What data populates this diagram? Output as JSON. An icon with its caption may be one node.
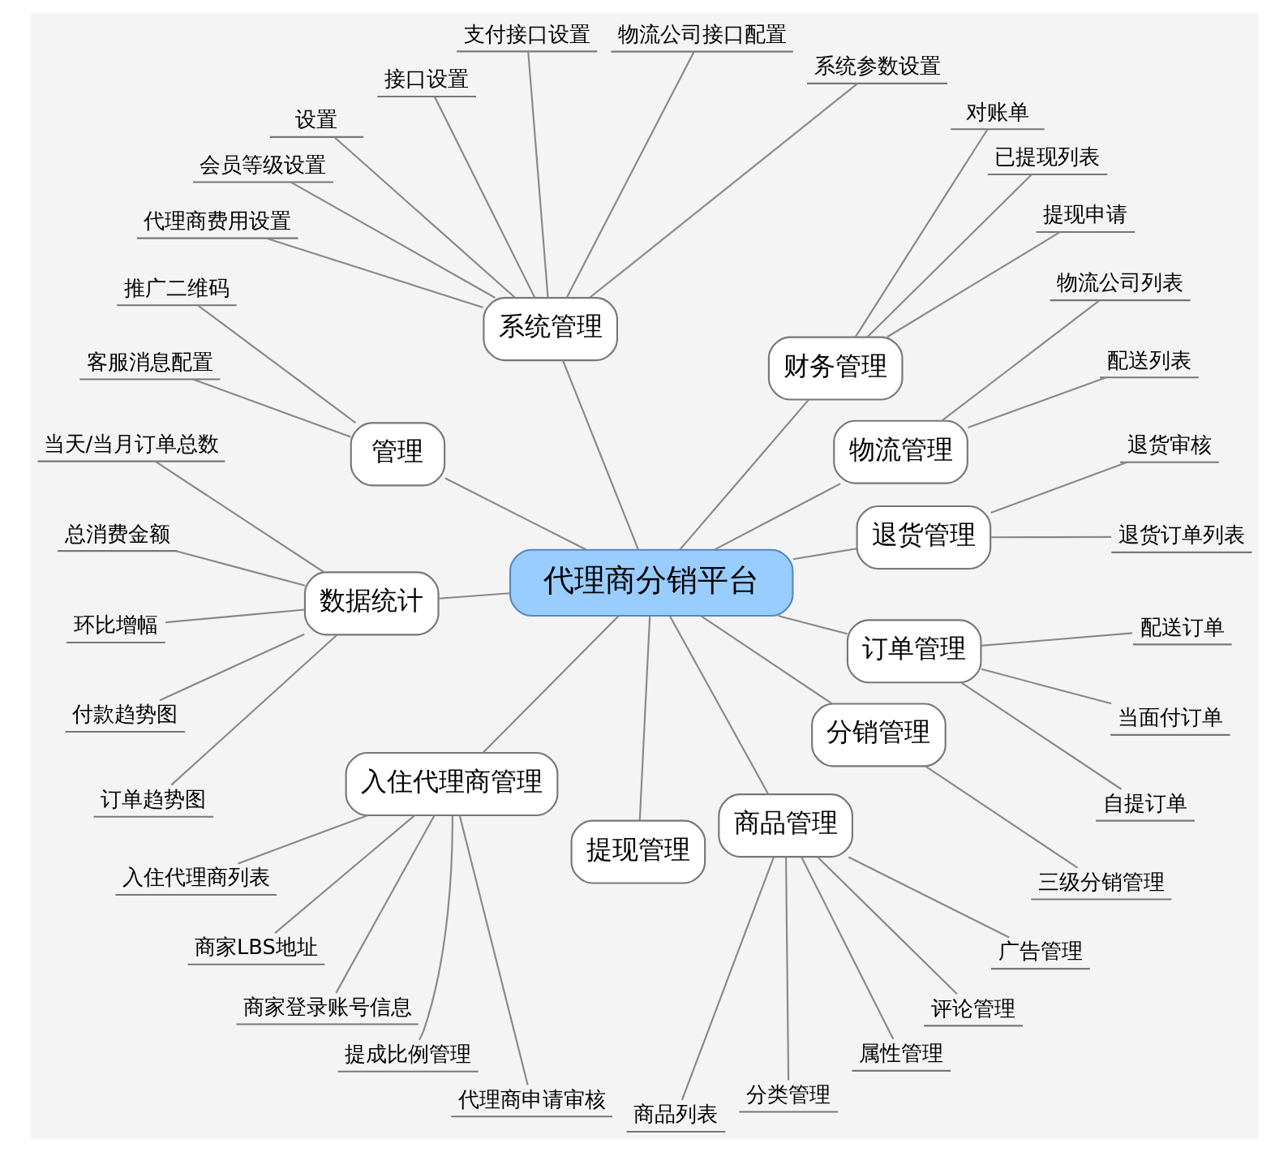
{
  "diagram": {
    "nodes": [
      {
        "text": [
          "代理商分销平台"
        ]
      },
      {
        "text": [
          "退货管理"
        ]
      },
      {
        "text": [
          "退货订单列表"
        ]
      },
      {
        "text": [
          "退货审核"
        ]
      },
      {
        "text": [
          "物流管理"
        ]
      },
      {
        "text": [
          "配送列表"
        ]
      },
      {
        "text": [
          "物流公司列表"
        ]
      },
      {
        "text": [
          "财务管理"
        ]
      },
      {
        "text": [
          "提现申请"
        ]
      },
      {
        "text": [
          "已提现列表"
        ]
      },
      {
        "text": [
          "对账单"
        ]
      },
      {
        "text": [
          "系统管理"
        ]
      },
      {
        "text": [
          "系统参数设置"
        ]
      },
      {
        "text": [
          "物流公司接口配置"
        ]
      },
      {
        "text": [
          "支付接口设置"
        ]
      },
      {
        "text": [
          "接口设置"
        ]
      },
      {
        "text": [
          "设置"
        ]
      },
      {
        "text": [
          "会员等级设置"
        ]
      },
      {
        "text": [
          "代理商费用设置"
        ]
      },
      {
        "text": [
          "管理"
        ]
      },
      {
        "text": [
          "推广二维码"
        ]
      },
      {
        "text": [
          "客服消息配置"
        ]
      },
      {
        "text": [
          "数据统计"
        ]
      },
      {
        "text": [
          "当天/当月订单总数"
        ]
      },
      {
        "text": [
          "总消费金额"
        ]
      },
      {
        "text": [
          "环比增幅"
        ]
      },
      {
        "text": [
          "付款趋势图"
        ]
      },
      {
        "text": [
          "订单趋势图"
        ]
      },
      {
        "text": [
          "入住代理商管理"
        ]
      },
      {
        "text": [
          "入住代理商列表"
        ]
      },
      {
        "text": [
          "商家LBS地址"
        ]
      },
      {
        "text": [
          "商家登录账号信息"
        ]
      },
      {
        "text": [
          "提成比例管理"
        ]
      },
      {
        "text": [
          "代理商申请审核"
        ]
      },
      {
        "text": [
          "提现管理"
        ]
      },
      {
        "text": [
          "商品管理"
        ]
      },
      {
        "text": [
          "商品列表"
        ]
      },
      {
        "text": [
          "分类管理"
        ]
      },
      {
        "text": [
          "属性管理"
        ]
      },
      {
        "text": [
          "评论管理"
        ]
      },
      {
        "text": [
          "广告管理"
        ]
      },
      {
        "text": [
          "分销管理"
        ]
      },
      {
        "text": [
          "三级分销管理"
        ]
      },
      {
        "text": [
          "订单管理"
        ]
      },
      {
        "text": [
          "自提订单"
        ]
      },
      {
        "text": [
          "当面付订单"
        ]
      },
      {
        "text": [
          "配送订单"
        ]
      }
    ],
    "edges": [
      {
        "from": 0,
        "to": 1,
        "arrow": "none"
      },
      {
        "from": 1,
        "to": 2,
        "arrow": "none"
      },
      {
        "from": 1,
        "to": 3,
        "arrow": "none"
      },
      {
        "from": 0,
        "to": 4,
        "arrow": "none"
      },
      {
        "from": 4,
        "to": 5,
        "arrow": "none"
      },
      {
        "from": 4,
        "to": 6,
        "arrow": "none"
      },
      {
        "from": 0,
        "to": 7,
        "arrow": "none"
      },
      {
        "from": 7,
        "to": 8,
        "arrow": "none"
      },
      {
        "from": 7,
        "to": 9,
        "arrow": "none"
      },
      {
        "from": 7,
        "to": 10,
        "arrow": "none"
      },
      {
        "from": 0,
        "to": 11,
        "arrow": "none"
      },
      {
        "from": 11,
        "to": 12,
        "arrow": "none"
      },
      {
        "from": 11,
        "to": 13,
        "arrow": "none"
      },
      {
        "from": 11,
        "to": 14,
        "arrow": "none"
      },
      {
        "from": 11,
        "to": 15,
        "arrow": "none"
      },
      {
        "from": 11,
        "to": 16,
        "arrow": "none"
      },
      {
        "from": 11,
        "to": 17,
        "arrow": "none"
      },
      {
        "from": 11,
        "to": 18,
        "arrow": "none"
      },
      {
        "from": 0,
        "to": 19,
        "arrow": "none"
      },
      {
        "from": 19,
        "to": 20,
        "arrow": "none"
      },
      {
        "from": 19,
        "to": 21,
        "arrow": "none"
      },
      {
        "from": 0,
        "to": 22,
        "arrow": "none"
      },
      {
        "from": 22,
        "to": 23,
        "arrow": "none"
      },
      {
        "from": 22,
        "to": 24,
        "arrow": "none"
      },
      {
        "from": 22,
        "to": 25,
        "arrow": "none"
      },
      {
        "from": 22,
        "to": 26,
        "arrow": "none"
      },
      {
        "from": 22,
        "to": 27,
        "arrow": "none"
      },
      {
        "from": 0,
        "to": 28,
        "arrow": "none"
      },
      {
        "from": 28,
        "to": 29,
        "arrow": "none"
      },
      {
        "from": 28,
        "to": 30,
        "arrow": "none"
      },
      {
        "from": 28,
        "to": 31,
        "arrow": "none"
      },
      {
        "from": 28,
        "to": 32,
        "arrow": "none"
      },
      {
        "from": 28,
        "to": 33,
        "arrow": "none"
      },
      {
        "from": 0,
        "to": 34,
        "arrow": "none"
      },
      {
        "from": 0,
        "to": 35,
        "arrow": "none"
      },
      {
        "from": 35,
        "to": 36,
        "arrow": "none"
      },
      {
        "from": 35,
        "to": 37,
        "arrow": "none"
      },
      {
        "from": 35,
        "to": 38,
        "arrow": "none"
      },
      {
        "from": 35,
        "to": 39,
        "arrow": "none"
      },
      {
        "from": 35,
        "to": 40,
        "arrow": "none"
      },
      {
        "from": 0,
        "to": 41,
        "arrow": "none"
      },
      {
        "from": 41,
        "to": 42,
        "arrow": "none"
      },
      {
        "from": 0,
        "to": 43,
        "arrow": "none"
      },
      {
        "from": 43,
        "to": 44,
        "arrow": "none"
      },
      {
        "from": 43,
        "to": 45,
        "arrow": "none"
      },
      {
        "from": 43,
        "to": 46,
        "arrow": "none"
      }
    ]
  }
}
